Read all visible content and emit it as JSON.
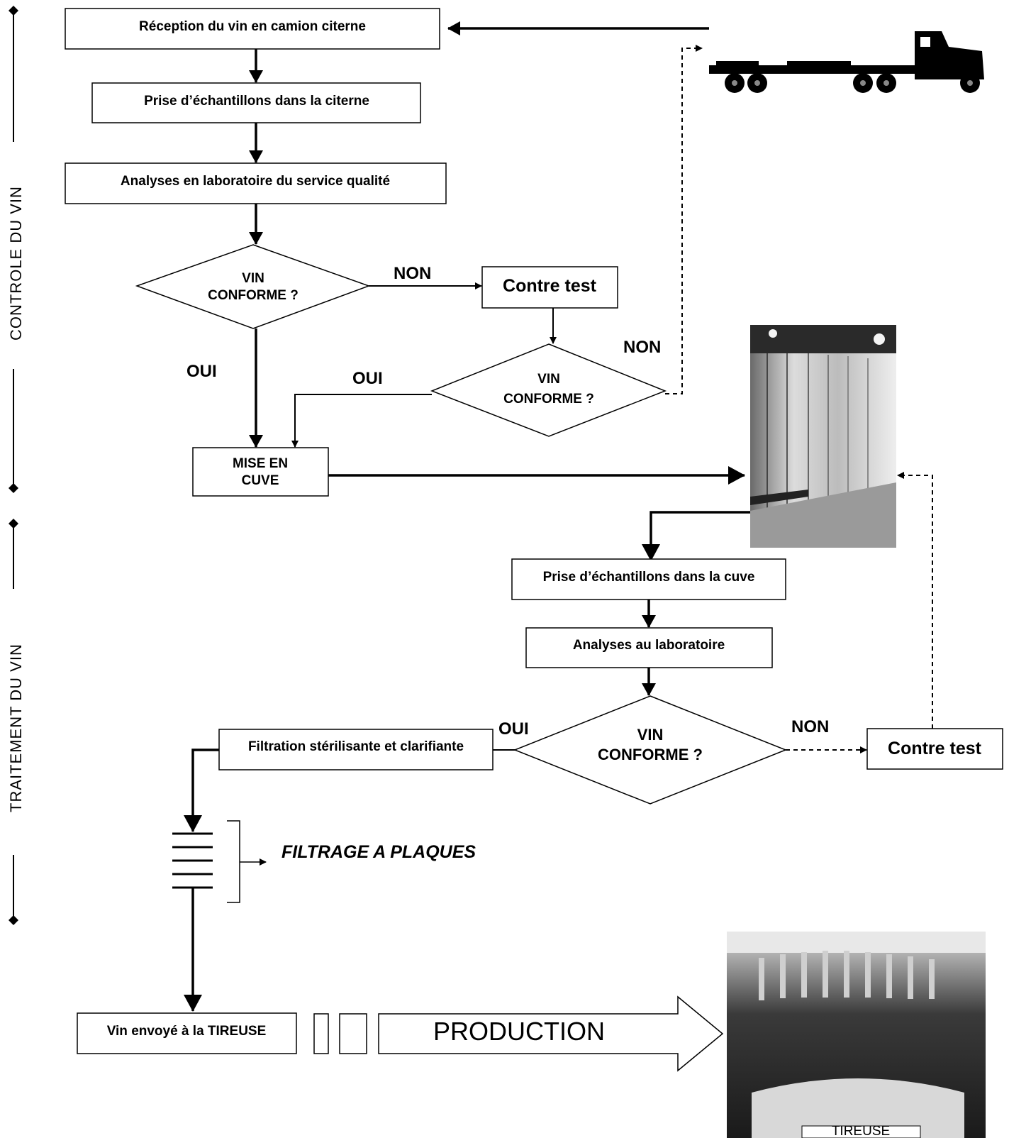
{
  "side_labels": {
    "controle": "CONTROLE  DU  VIN",
    "traitement": "TRAITEMENT DU VIN"
  },
  "steps": {
    "reception": "Réception du vin en camion citerne",
    "prise_citerne": "Prise d’échantillons dans la citerne",
    "analyses_qualite": "Analyses en laboratoire du service qualité",
    "vin_conforme_1_line1": "VIN",
    "vin_conforme_1_line2": "CONFORME ?",
    "contre_test_1": "Contre test",
    "vin_conforme_2_line1": "VIN",
    "vin_conforme_2_line2": "CONFORME ?",
    "mise_en_cuve_line1": "MISE EN",
    "mise_en_cuve_line2": "CUVE",
    "prise_cuve": "Prise d’échantillons dans la cuve",
    "analyses_labo": "Analyses au laboratoire",
    "vin_conforme_3_line1": "VIN",
    "vin_conforme_3_line2": "CONFORME ?",
    "contre_test_2": "Contre test",
    "filtration": "Filtration stérilisante et clarifiante",
    "filtrage_plaques": "FILTRAGE A PLAQUES",
    "tireuse_envoi": "Vin envoyé à la TIREUSE",
    "production": "PRODUCTION",
    "tireuse_photo_label": "TIREUSE"
  },
  "branch_labels": {
    "non_1": "NON",
    "oui_1": "OUI",
    "oui_2": "OUI",
    "non_2": "NON",
    "oui_3": "OUI",
    "non_3": "NON"
  },
  "icons": {
    "truck": "tanker-truck-icon",
    "cuves": "wine-tanks-photo",
    "tireuse": "bottling-machine-photo",
    "filter": "plate-filter-icon"
  }
}
